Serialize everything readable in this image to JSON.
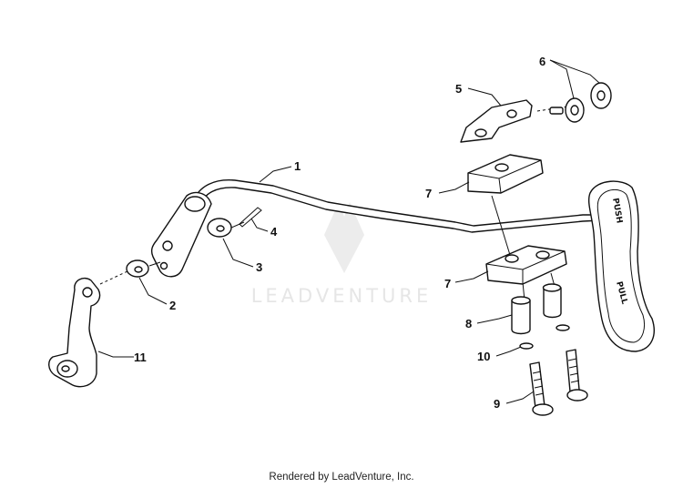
{
  "watermark": {
    "text": "LEADVENTURE"
  },
  "footer": {
    "text": "Rendered by LeadVenture, Inc."
  },
  "callouts": [
    {
      "id": "1",
      "text": "1"
    },
    {
      "id": "2",
      "text": "2"
    },
    {
      "id": "3",
      "text": "3"
    },
    {
      "id": "4",
      "text": "4"
    },
    {
      "id": "5",
      "text": "5"
    },
    {
      "id": "6",
      "text": "6"
    },
    {
      "id": "7a",
      "text": "7"
    },
    {
      "id": "7b",
      "text": "7"
    },
    {
      "id": "8",
      "text": "8"
    },
    {
      "id": "9",
      "text": "9"
    },
    {
      "id": "10",
      "text": "10"
    },
    {
      "id": "11",
      "text": "11"
    }
  ],
  "pedal": {
    "push_label": "PUSH",
    "pull_label": "PULL"
  }
}
